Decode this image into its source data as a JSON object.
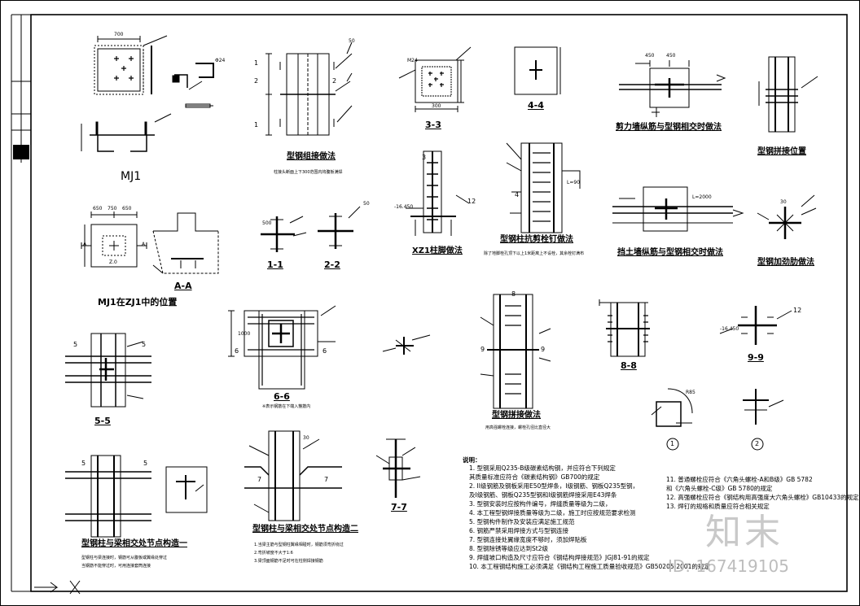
{
  "sheet": {
    "titles": {
      "mj1": "MJ1",
      "mj1_zj1": "MJ1在ZJ1中的位置",
      "aa": "A-A",
      "s11": "1-1",
      "s22": "2-2",
      "s33": "3-3",
      "s44": "4-4",
      "s55": "5-5",
      "s66": "6-6",
      "s77": "7-7",
      "s88": "8-8",
      "s99": "9-9",
      "weld_joint": "型钢组接做法",
      "weld_joint_note": "柱接头断面上下300范围内将腹板满焊",
      "xz1": "XZ1柱脚做法",
      "shear_stud": "型钢柱抗剪栓钉做法",
      "shear_stud_note": "除了地脚栓孔顶下以上1米距离上不设栓，其余栓钉满布",
      "shear_wall": "剪力墙纵筋与型钢相交时做法",
      "splice_pos": "型钢拼接位置",
      "retain_wall": "挡土墙纵筋与型钢相交时做法",
      "stiffener": "型钢加劲肋做法",
      "splice": "型钢拼接做法",
      "splice_note": "用高强螺栓连接，螺栓孔径比直径大",
      "node1": "型钢柱与梁相交处节点构造一",
      "node2": "型钢柱与梁相交处节点构造二",
      "node_note_66": "※表示钢筋在下端入箍筋内",
      "node1_note_a": "型钢柱与梁连接时，钢筋可从腹板或翼缘处穿过",
      "node1_note_b": "当钢筋不能穿过时，可用连接套筒连接",
      "node2_note_a": "1.当梁主筋与型钢柱翼缘相碰时，钢筋须弯折绕过",
      "node2_note_b": "2.弯折坡度不大于1:6",
      "node2_note_c": "3.梁顶面钢筋不足时可在柱侧焊接钢筋"
    },
    "dims": {
      "d700": "700",
      "d650a": "650",
      "d750": "750",
      "d650b": "650",
      "d450a": "450",
      "d450b": "450",
      "d300": "300",
      "d1000": "1000",
      "d500": "500",
      "d30": "30",
      "d50": "50",
      "d85": "R85",
      "d12": "12",
      "d8": "8",
      "d9": "9",
      "d5": "5",
      "d6": "6",
      "d7": "7",
      "d4": "4",
      "d3": "3",
      "d2": "2",
      "d1": "1",
      "dA": "A",
      "lev1": "-16.450",
      "lev2": "-16.450",
      "l2000": "L=2000",
      "l90": "L=90",
      "m24": "M24",
      "phi24": "Φ24",
      "z0": "Z.0"
    },
    "notes_label": "说明：",
    "notes": [
      "1. 型钢采用Q235-B级碳素结构钢，并应符合下列规定",
      "   其质量标准应符合《碳素结构钢》GB700的规定",
      "2. II级钢筋及钢板采用E50型焊条，I级钢筋、钢板Q235型钢，",
      "   及I级钢筋、钢板Q235型钢和I级钢筋焊接采用E43焊条",
      "3. 型钢安装时应按构件编号，焊缝质量等级为二级，",
      "4. 本工程型钢焊接质量等级为二级，施工时应按规范要求检测",
      "5. 型钢构件制作及安装应满足施工规范",
      "6. 钢筋严禁采用焊接方式与型钢连接",
      "7. 型钢连接处翼缘宽度不够时，须加焊贴板",
      "8. 型钢除锈等级应达到St2级",
      "9. 焊缝坡口构造及尺寸应符合《钢结构焊接规范》JGJ81-91的规定",
      "10. 本工程钢结构施工必须满足《钢结构工程施工质量验收规范》GB50205-2001的规定"
    ],
    "notes_right": [
      "11. 普通螺栓应符合《六角头螺栓-A和B级》GB 5782",
      "    和《六角头螺栓-C级》GB 5780的规定",
      "12. 高强螺栓应符合《钢结构用高强度大六角头螺栓》GB10433的规定",
      "13. 焊钉的规格和质量应符合相关规定"
    ],
    "watermark": {
      "brand": "知末",
      "id": "ID: 167419105"
    }
  }
}
